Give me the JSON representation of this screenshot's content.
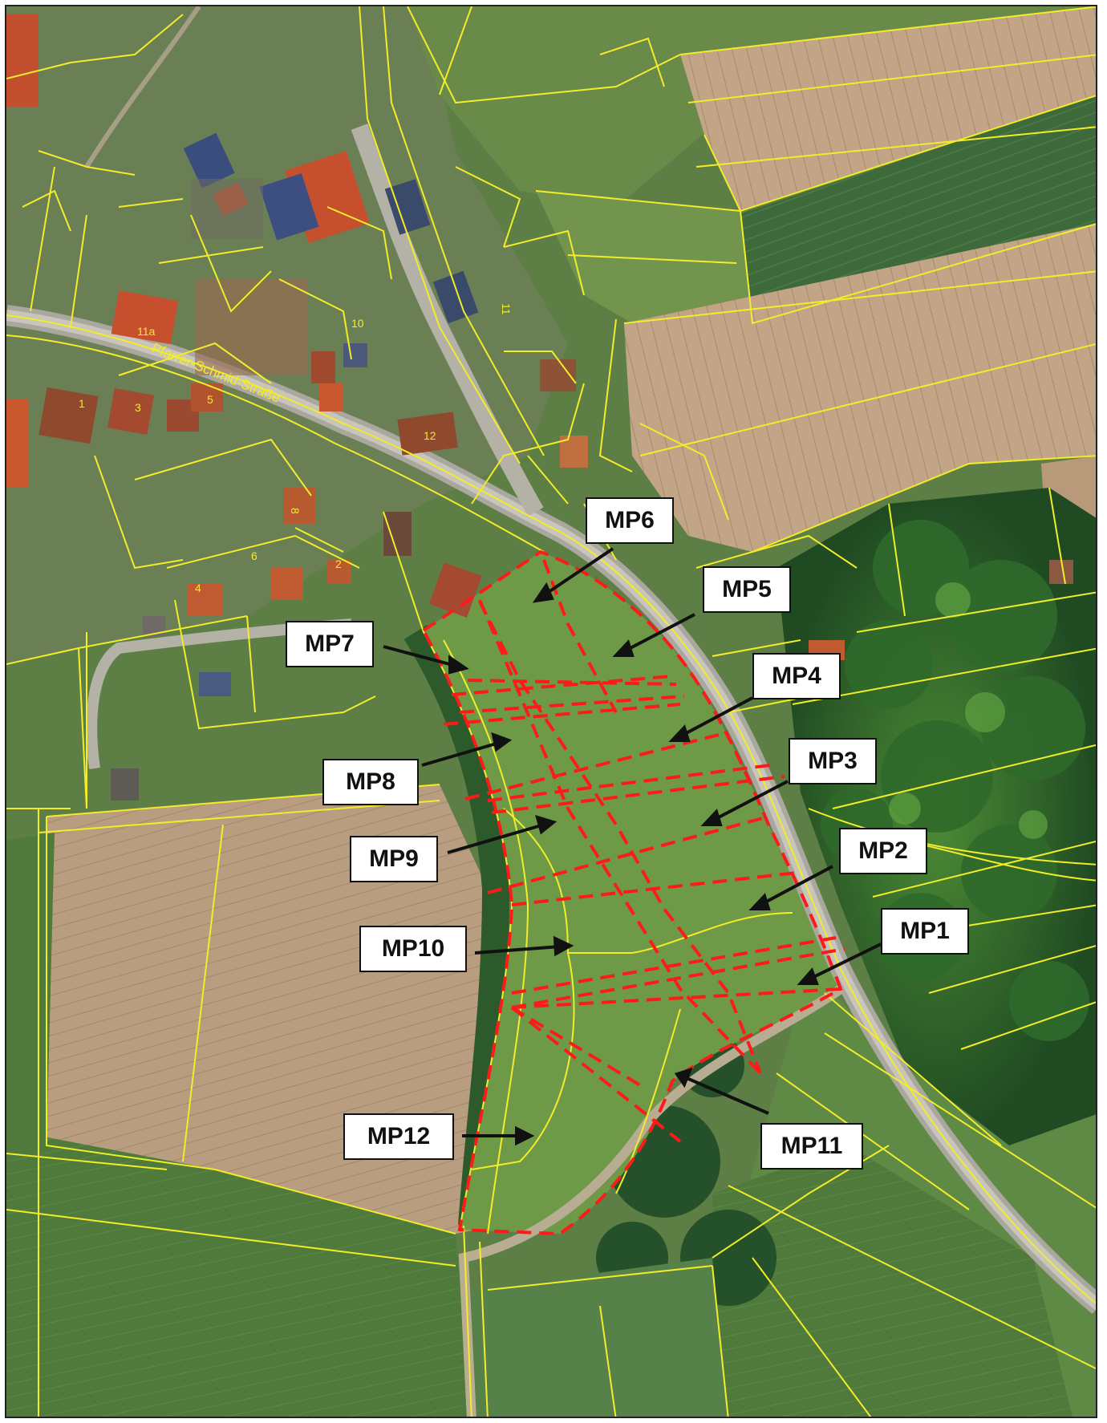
{
  "street_name": "Pfarrer-Schmid-Straße",
  "house_numbers": [
    "11a",
    "11",
    "8",
    "6",
    "4",
    "2",
    "5",
    "3",
    "1",
    "12",
    "10"
  ],
  "colors": {
    "parcel_lines": "#f2ec2a",
    "study_boundary": "#ff1a1a",
    "arrows": "#111111",
    "label_bg": "#ffffff"
  },
  "measurement_points": [
    {
      "id": "MP1",
      "label": "MP1"
    },
    {
      "id": "MP2",
      "label": "MP2"
    },
    {
      "id": "MP3",
      "label": "MP3"
    },
    {
      "id": "MP4",
      "label": "MP4"
    },
    {
      "id": "MP5",
      "label": "MP5"
    },
    {
      "id": "MP6",
      "label": "MP6"
    },
    {
      "id": "MP7",
      "label": "MP7"
    },
    {
      "id": "MP8",
      "label": "MP8"
    },
    {
      "id": "MP9",
      "label": "MP9"
    },
    {
      "id": "MP10",
      "label": "MP10"
    },
    {
      "id": "MP11",
      "label": "MP11"
    },
    {
      "id": "MP12",
      "label": "MP12"
    }
  ]
}
